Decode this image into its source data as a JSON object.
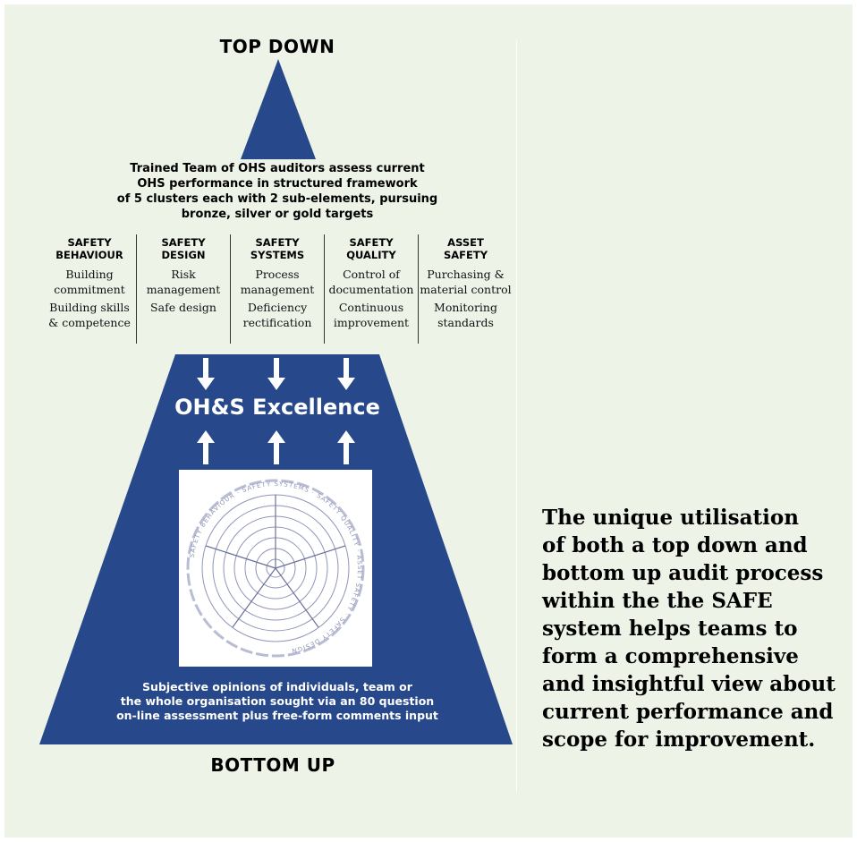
{
  "diagram": {
    "top_title": "TOP DOWN",
    "bottom_title": "BOTTOM UP",
    "auditor_text": [
      "Trained Team of OHS auditors assess current",
      "OHS performance in structured framework",
      "of 5 clusters each with 2 sub-elements, pursuing",
      "bronze, silver or gold targets"
    ],
    "clusters": [
      {
        "title": [
          "SAFETY",
          "BEHAVIOUR"
        ],
        "items": [
          [
            "Building",
            "commitment"
          ],
          [
            "Building skills",
            "& competence"
          ]
        ]
      },
      {
        "title": [
          "SAFETY",
          "DESIGN"
        ],
        "items": [
          [
            "Risk",
            "management"
          ],
          [
            "Safe design"
          ]
        ]
      },
      {
        "title": [
          "SAFETY",
          "SYSTEMS"
        ],
        "items": [
          [
            "Process",
            "management"
          ],
          [
            "Deficiency",
            "rectification"
          ]
        ]
      },
      {
        "title": [
          "SAFETY",
          "QUALITY"
        ],
        "items": [
          [
            "Control of",
            "documentation"
          ],
          [
            "Continuous",
            "improvement"
          ]
        ]
      },
      {
        "title": [
          "ASSET",
          "SAFETY"
        ],
        "items": [
          [
            "Purchasing &",
            "material control"
          ],
          [
            "Monitoring",
            "standards"
          ]
        ]
      }
    ],
    "excellence_label": "OH&S Excellence",
    "subjective_text": [
      "Subjective opinions of individuals, team or",
      "the whole organisation sought via an 80 question",
      "on-line assessment plus free-form comments input"
    ],
    "wheel_labels": [
      "SAFETY BEHAVIOUR",
      "SAFETY SYSTEMS",
      "SAFETY DESIGN",
      "SAFETY QUALITY",
      "ASSET SAFETY"
    ]
  },
  "side_text": [
    "The unique utilisation",
    "of both a top down and",
    "bottom up audit process",
    "within the the SAFE",
    "system helps teams to",
    "form a comprehensive",
    "and insightful view about",
    "current performance and",
    "scope for improvement."
  ],
  "colors": {
    "background": "#eef3e8",
    "shape_fill": "#27488a",
    "text": "#000000",
    "on_shape_text": "#ffffff"
  }
}
